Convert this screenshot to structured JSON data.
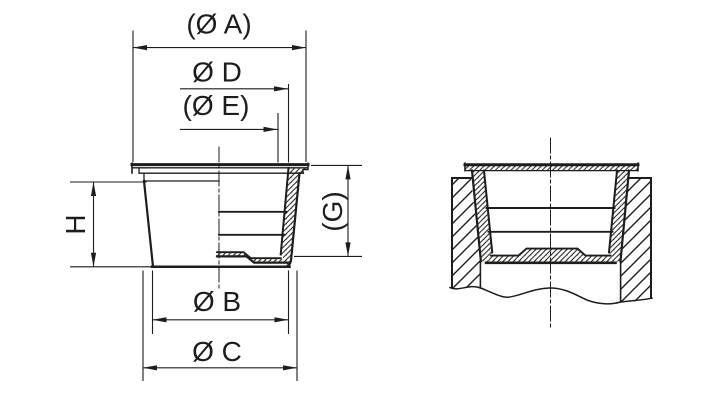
{
  "drawing": {
    "colors": {
      "line": "#1d1d1b",
      "background": "#ffffff"
    },
    "dimension_labels": {
      "dia_a": "(Ø A)",
      "dia_d": "Ø D",
      "dia_e": "(Ø E)",
      "height_h": "H",
      "depth_g": "(G)",
      "dia_b": "Ø B",
      "dia_c": "Ø C"
    }
  }
}
